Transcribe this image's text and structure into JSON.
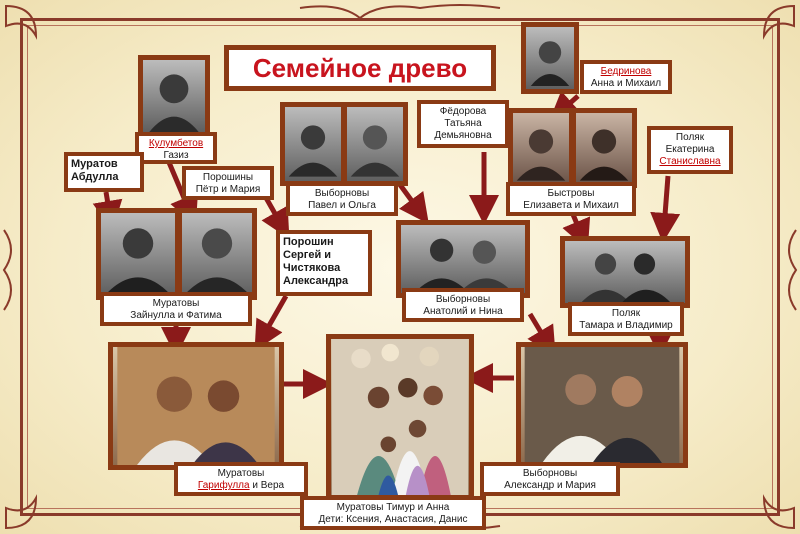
{
  "title": "Семейное древо",
  "colors": {
    "frame": "#8a3a14",
    "arrow": "#8b1a1a",
    "title": "#c8141e",
    "highlight": "#c00000"
  },
  "labels": {
    "kulumbetov": {
      "surname": "Кулумбетов",
      "name": "Газиз"
    },
    "muratov_abdulla": {
      "line1": "Муратов",
      "line2": "Абдулла"
    },
    "poroshiny": {
      "line1": "Порошины",
      "line2": "Пётр и Мария"
    },
    "vybornovy_po": {
      "line1": "Выборновы",
      "line2": "Павел и Ольга"
    },
    "fedorova": {
      "line1": "Фёдорова",
      "line2": "Татьяна",
      "line3": "Демьяновна"
    },
    "bedrinova": {
      "surname": "Бедринова",
      "names": "Анна и Михаил"
    },
    "bystrovy": {
      "line1": "Быстровы",
      "line2": "Елизавета и Михаил"
    },
    "polyak_ek": {
      "line1": "Поляк",
      "line2": "Екатерина",
      "line3": "Станиславна"
    },
    "poroshin_sergey": {
      "line1": "Порошин",
      "line2": "Сергей и",
      "line3": "Чистякова",
      "line4": "Александра"
    },
    "muratovy_zf": {
      "line1": "Муратовы",
      "line2": "Зайнулла и Фатима"
    },
    "vybornovy_an": {
      "line1": "Выборновы",
      "line2": "Анатолий и Нина"
    },
    "polyak_tv": {
      "line1": "Поляк",
      "line2": "Тамара и Владимир"
    },
    "muratovy_gv": {
      "line1": "Муратовы",
      "surname": "Гарифулла",
      "rest": " и Вера"
    },
    "vybornovy_am": {
      "line1": "Выборновы",
      "line2": "Александр и Мария"
    },
    "center": {
      "line1": "Муратовы Тимур и Анна",
      "line2": "Дети: Ксения, Анастасия, Данис"
    }
  },
  "photo_icons": [
    "portrait-photo",
    "couple-photo",
    "family-photo"
  ]
}
